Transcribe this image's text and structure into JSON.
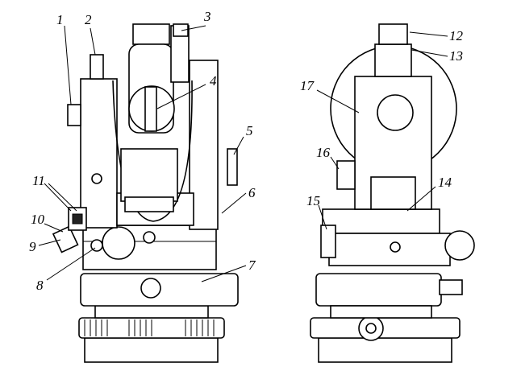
{
  "diagram": {
    "labels": [
      "1",
      "2",
      "3",
      "4",
      "5",
      "6",
      "7",
      "8",
      "9",
      "10",
      "11",
      "12",
      "13",
      "14",
      "15",
      "16",
      "17"
    ]
  }
}
